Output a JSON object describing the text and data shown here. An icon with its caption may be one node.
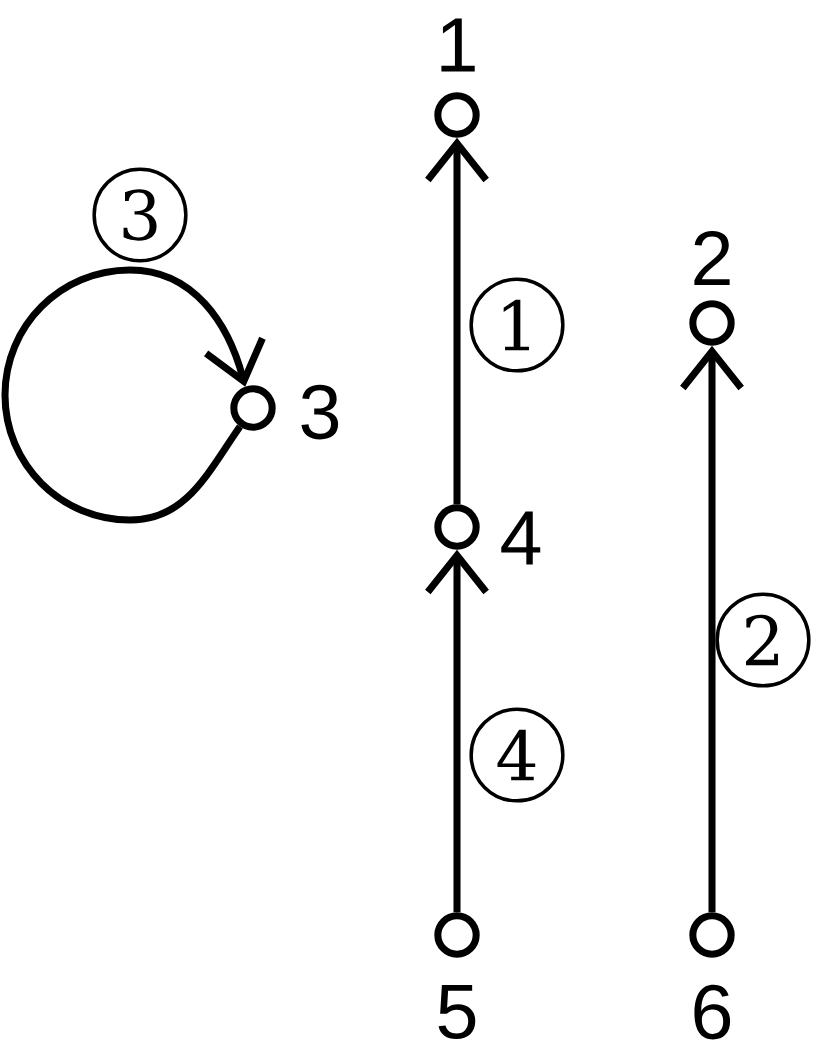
{
  "diagram": {
    "nodes": [
      {
        "text": [],
        "shape": "circle",
        "beside": [
          "1"
        ]
      },
      {
        "text": [],
        "shape": "circle",
        "beside": [
          "2"
        ]
      },
      {
        "text": [],
        "shape": "circle",
        "beside": [
          "3"
        ]
      },
      {
        "text": [],
        "shape": "circle",
        "beside": [
          "4"
        ]
      },
      {
        "text": [],
        "shape": "circle",
        "beside": [
          "5"
        ]
      },
      {
        "text": [],
        "shape": "circle",
        "beside": [
          "6"
        ]
      }
    ],
    "edges": [
      {
        "from": 3,
        "to": 0,
        "arrow": "to",
        "label": "1"
      },
      {
        "from": 5,
        "to": 1,
        "arrow": "to",
        "label": "2"
      },
      {
        "from": 2,
        "to": 2,
        "arrow": "to",
        "label": "3"
      },
      {
        "from": 4,
        "to": 3,
        "arrow": "to",
        "label": "4"
      }
    ]
  }
}
